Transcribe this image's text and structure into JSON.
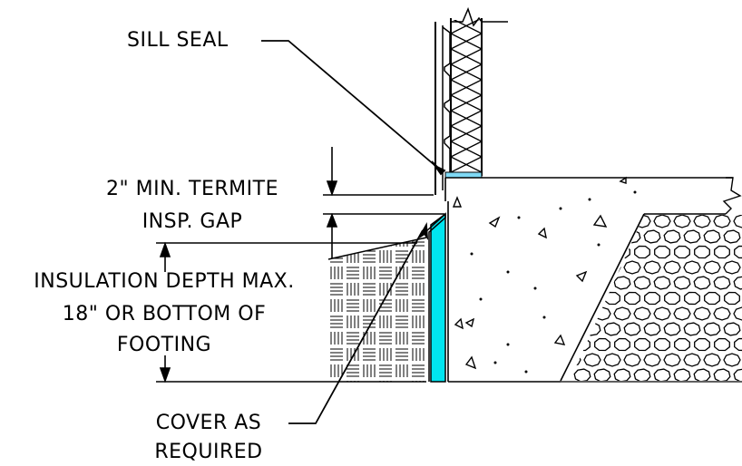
{
  "labels": {
    "sill_seal": "SILL SEAL",
    "termite_gap_line1": "2\" MIN. TERMITE",
    "termite_gap_line2": "INSP. GAP",
    "insulation_line1": "INSULATION DEPTH MAX.",
    "insulation_line2": "18\" OR BOTTOM OF",
    "insulation_line3": "FOOTING",
    "cover_line1": "COVER AS",
    "cover_line2": "REQUIRED"
  },
  "colors": {
    "line": "#000000",
    "insulation_board": "#00e5f0",
    "sill_seal": "#7fd9f5",
    "background": "#ffffff"
  }
}
